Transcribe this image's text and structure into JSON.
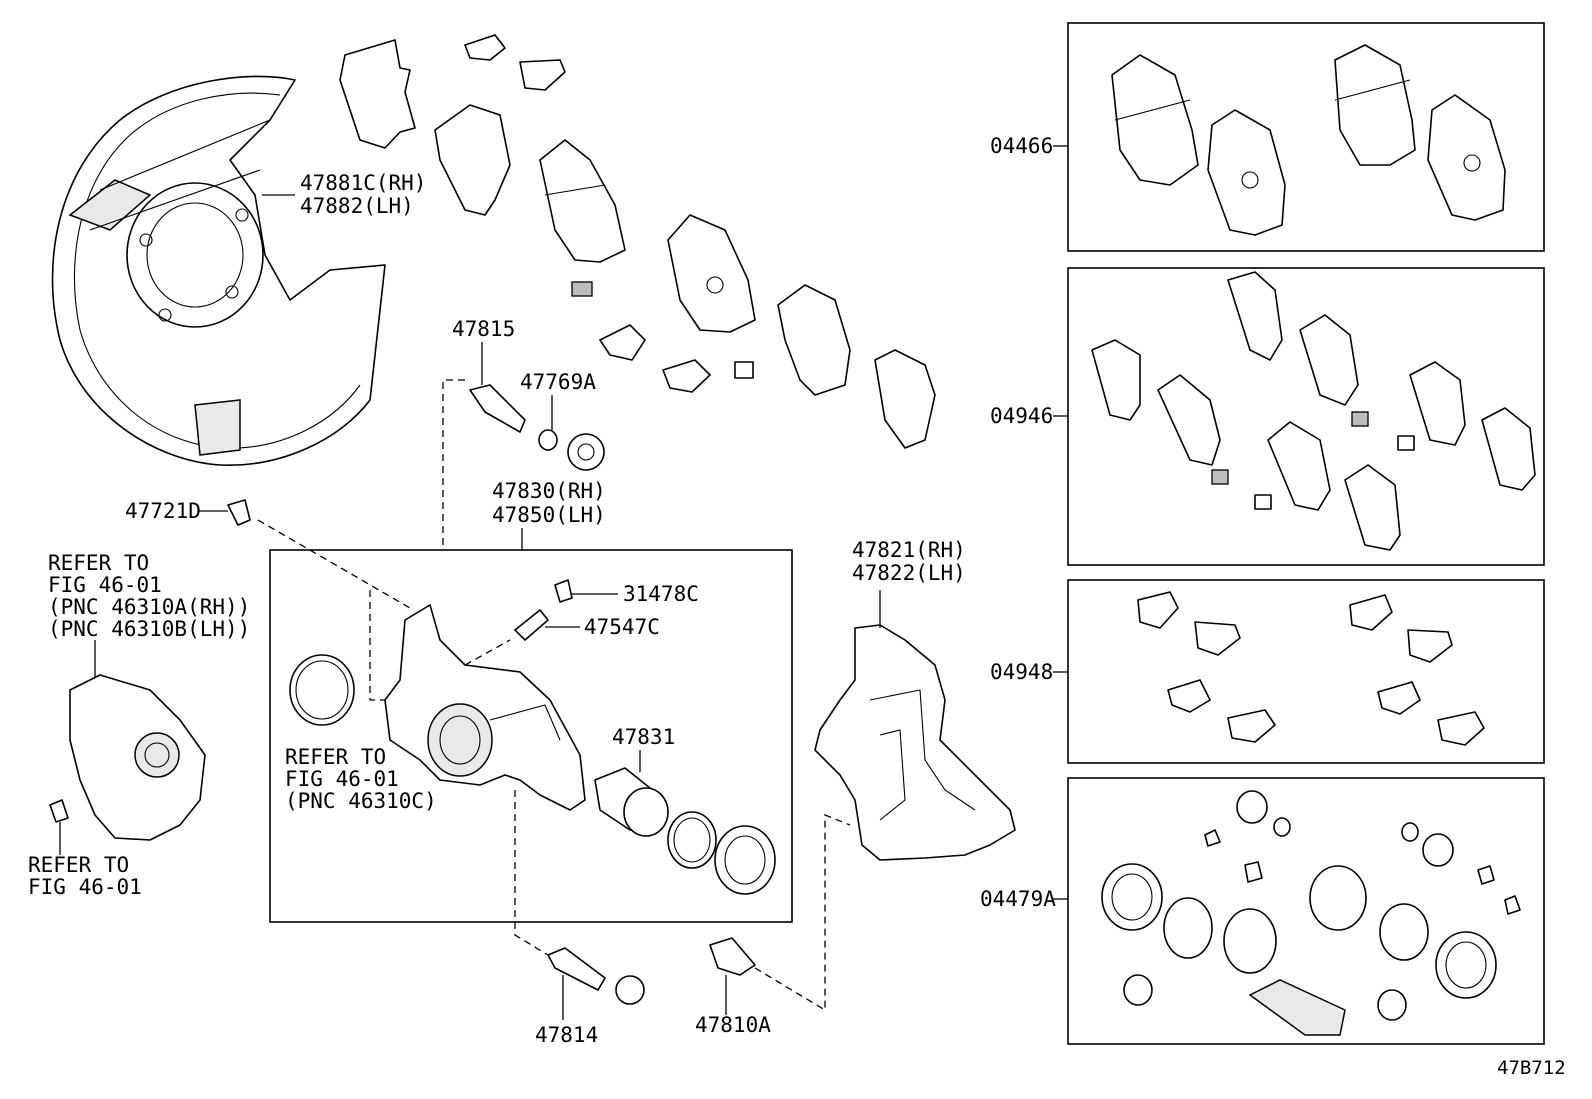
{
  "diagram_code": "47B712",
  "callouts": {
    "shield": [
      "47881C(RH)",
      "47882(LH)"
    ],
    "p47815": "47815",
    "p47769A": "47769A",
    "caliper_assy": [
      "47830(RH)",
      "47850(LH)"
    ],
    "p47721D": "47721D",
    "p31478C": "31478C",
    "p47547C": "47547C",
    "p47831": "47831",
    "mount": [
      "47821(RH)",
      "47822(LH)"
    ],
    "p47814": "47814",
    "p47810A": "47810A"
  },
  "refer_notes": {
    "left": [
      "REFER TO",
      "FIG 46-01",
      "(PNC 46310A(RH))",
      "(PNC 46310B(LH))"
    ],
    "middle": [
      "REFER TO",
      "FIG 46-01",
      "(PNC 46310C)"
    ],
    "bolt": [
      "REFER TO",
      "FIG 46-01"
    ]
  },
  "kits": [
    {
      "code": "04466"
    },
    {
      "code": "04946"
    },
    {
      "code": "04948"
    },
    {
      "code": "04479A"
    }
  ]
}
